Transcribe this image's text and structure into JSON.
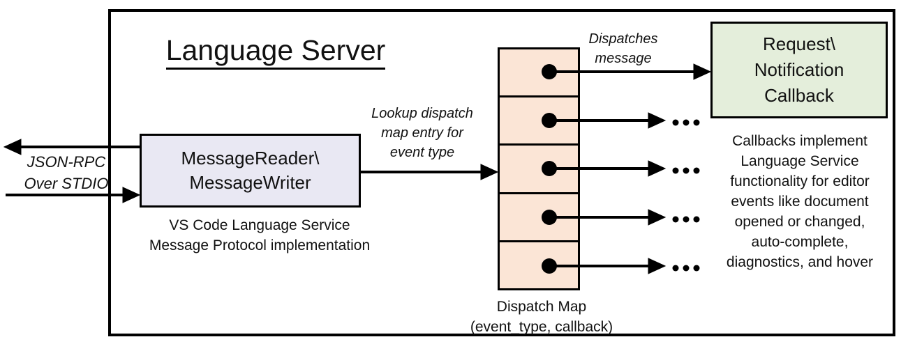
{
  "diagram_title": "Language Server",
  "stdio_label": {
    "line1": "JSON-RPC",
    "line2": "Over STDIO"
  },
  "message_box": {
    "line1": "MessageReader\\",
    "line2": "MessageWriter",
    "caption_line1": "VS Code Language Service",
    "caption_line2": "Message Protocol implementation"
  },
  "lookup_label": {
    "line1": "Lookup dispatch",
    "line2": "map entry for",
    "line3": "event type"
  },
  "dispatches_label": {
    "line1": "Dispatches",
    "line2": "message"
  },
  "dispatch_map": {
    "row_count": 5,
    "caption_line1": "Dispatch Map",
    "caption_line2": "(event_type, callback)"
  },
  "callback_box": {
    "line1": "Request\\",
    "line2": "Notification",
    "line3": "Callback"
  },
  "callback_caption": {
    "line1": "Callbacks implement",
    "line2": "Language Service",
    "line3": "functionality for editor",
    "line4": "events like document",
    "line5": "opened or changed,",
    "line6": "auto-complete,",
    "line7": "diagnostics, and hover"
  },
  "colors": {
    "message_box_fill": "#e9e8f3",
    "dispatch_map_fill": "#fbe5d6",
    "callback_box_fill": "#e4eedb",
    "line_color": "#000000"
  }
}
